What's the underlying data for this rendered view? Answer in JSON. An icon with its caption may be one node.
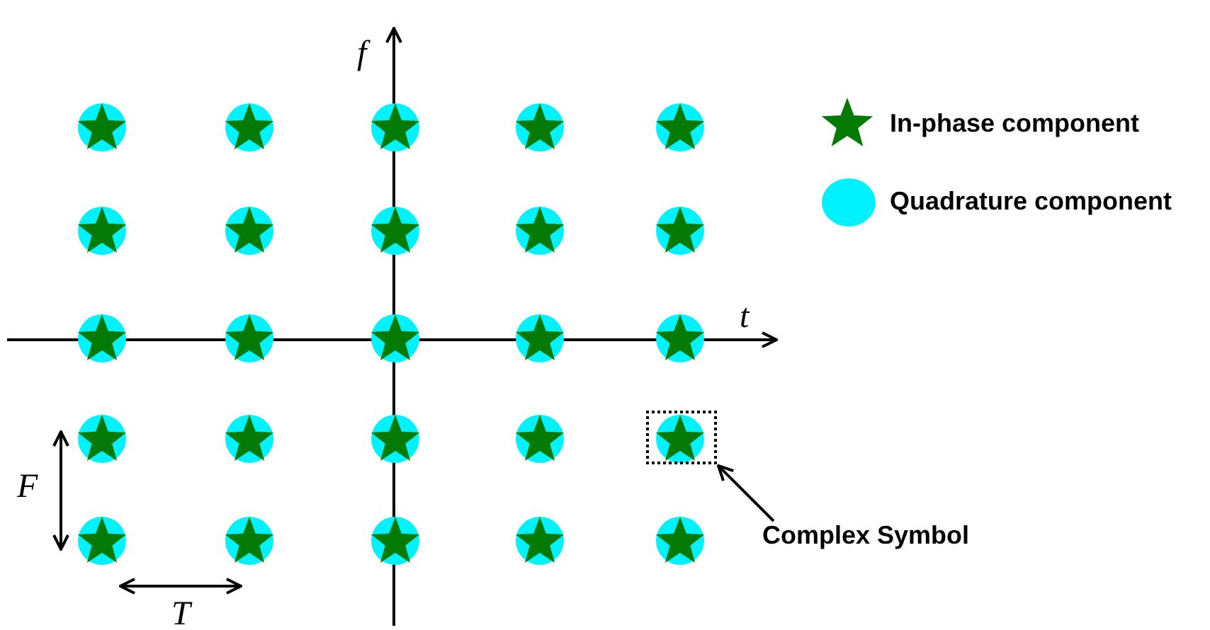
{
  "diagram": {
    "nodes": [
      {
        "text": [
          "Complex Symbol"
        ]
      },
      {
        "text": [],
        "shape": "box"
      }
    ],
    "edges": [
      {
        "from": 0,
        "to": 1,
        "arrow": "to"
      }
    ],
    "labels": [
      "f",
      "t",
      "F",
      "T"
    ],
    "legend": [
      {
        "text": "In-phase component"
      },
      {
        "text": "Quadrature component"
      }
    ]
  }
}
